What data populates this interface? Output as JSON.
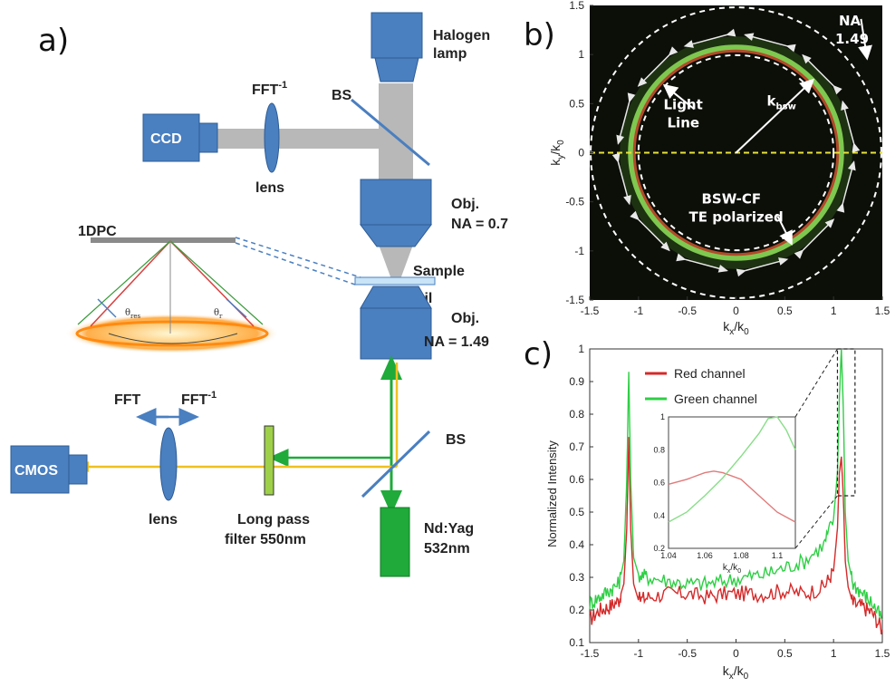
{
  "panels": {
    "a": "a)",
    "b": "b)",
    "c": "c)"
  },
  "setup": {
    "halogen": [
      "Halogen",
      "lamp"
    ],
    "bs_top": "BS",
    "fft_inv_top": "FFT",
    "fft_inv_top_sup": "-1",
    "ccd": "CCD",
    "lens_top": "lens",
    "obj1": [
      "Obj.",
      "NA = 0.7"
    ],
    "dpc": "1DPC",
    "sample": "Sample",
    "oil": "Oil",
    "obj2": [
      "Obj.",
      "NA = 1.49"
    ],
    "fft": "FFT",
    "fft_inv": "FFT",
    "fft_inv_sup": "-1",
    "bs_bottom": "BS",
    "cmos": "CMOS",
    "lens_bottom": "lens",
    "filter": [
      "Long pass",
      "filter 550nm"
    ],
    "laser": [
      "Nd:Yag",
      "532nm"
    ],
    "inset_theta_left": "θ",
    "inset_theta_left_sub": "res",
    "inset_theta_right": "θ",
    "inset_theta_right_sub": "r"
  },
  "image_b": {
    "na_label": [
      "NA",
      "1.49"
    ],
    "light_line": [
      "Light",
      "Line"
    ],
    "kbsw": "k",
    "kbsw_sub": "bsw",
    "bsw": [
      "BSW-CF",
      "TE polarized"
    ],
    "xlabel": "k",
    "xlabel_sub": "x",
    "xlabel_tail": "/k",
    "xlabel_tail_sub": "0",
    "ylabel": "k",
    "ylabel_sub": "y",
    "ylabel_tail": "/k",
    "ylabel_tail_sub": "0",
    "xticks": [
      "-1.5",
      "-1",
      "-0.5",
      "0",
      "0.5",
      "1",
      "1.5"
    ],
    "yticks": [
      "1.5",
      "1",
      "0.5",
      "0",
      "-0.5",
      "-1",
      "-1.5"
    ],
    "colors": {
      "bg": "#0c0f08",
      "ring_outer": "#7ec850",
      "ring_red": "#b24a2a",
      "dashed": "#ffffff",
      "axis_line": "#e8e23a"
    }
  },
  "chart_data": {
    "type": "line",
    "title": "",
    "xlabel": "k",
    "xlabel_sub": "x",
    "xlabel_tail": "/k",
    "xlabel_tail_sub": "0",
    "ylabel": "Normalized Intensity",
    "xlim": [
      -1.5,
      1.5
    ],
    "ylim": [
      0.1,
      1.0
    ],
    "xticks": [
      "-1.5",
      "-1",
      "-0.5",
      "0",
      "0.5",
      "1",
      "1.5"
    ],
    "yticks": [
      "0.1",
      "0.2",
      "0.3",
      "0.4",
      "0.5",
      "0.6",
      "0.7",
      "0.8",
      "0.9",
      "1"
    ],
    "legend_position": "top-left",
    "series": [
      {
        "name": "Red channel",
        "color": "#d42a2a",
        "x": [
          -1.5,
          -1.4,
          -1.3,
          -1.2,
          -1.15,
          -1.12,
          -1.1,
          -1.08,
          -1.05,
          -1.0,
          -0.9,
          -0.7,
          -0.5,
          -0.3,
          -0.1,
          0.1,
          0.3,
          0.5,
          0.7,
          0.9,
          1.0,
          1.04,
          1.06,
          1.08,
          1.1,
          1.12,
          1.15,
          1.2,
          1.3,
          1.4,
          1.5
        ],
        "y": [
          0.17,
          0.2,
          0.21,
          0.23,
          0.28,
          0.45,
          0.73,
          0.45,
          0.28,
          0.23,
          0.24,
          0.25,
          0.25,
          0.24,
          0.25,
          0.25,
          0.25,
          0.26,
          0.25,
          0.27,
          0.32,
          0.45,
          0.62,
          0.67,
          0.55,
          0.35,
          0.27,
          0.22,
          0.21,
          0.19,
          0.14
        ]
      },
      {
        "name": "Green channel",
        "color": "#2fcf45",
        "x": [
          -1.5,
          -1.4,
          -1.3,
          -1.2,
          -1.15,
          -1.12,
          -1.1,
          -1.08,
          -1.05,
          -1.0,
          -0.9,
          -0.7,
          -0.5,
          -0.3,
          -0.1,
          0.1,
          0.3,
          0.5,
          0.7,
          0.9,
          1.0,
          1.04,
          1.06,
          1.08,
          1.1,
          1.12,
          1.15,
          1.2,
          1.3,
          1.4,
          1.5
        ],
        "y": [
          0.22,
          0.24,
          0.26,
          0.28,
          0.35,
          0.6,
          0.93,
          0.6,
          0.36,
          0.31,
          0.3,
          0.29,
          0.28,
          0.28,
          0.29,
          0.3,
          0.31,
          0.33,
          0.35,
          0.4,
          0.48,
          0.62,
          0.85,
          1.0,
          0.82,
          0.5,
          0.35,
          0.28,
          0.25,
          0.22,
          0.17
        ]
      }
    ],
    "inset": {
      "xlabel": "k",
      "xlabel_sub": "x",
      "xlabel_tail": "/k",
      "xlabel_tail_sub": "0",
      "xlim": [
        1.04,
        1.11
      ],
      "ylim": [
        0.2,
        1.0
      ],
      "xticks": [
        "1.04",
        "1.06",
        "1.08",
        "1.1"
      ],
      "yticks": [
        "0.2",
        "0.4",
        "0.6",
        "0.8",
        "1"
      ],
      "red": {
        "x": [
          1.04,
          1.05,
          1.06,
          1.065,
          1.07,
          1.08,
          1.09,
          1.1,
          1.11
        ],
        "y": [
          0.59,
          0.62,
          0.66,
          0.67,
          0.66,
          0.62,
          0.52,
          0.42,
          0.36
        ]
      },
      "green": {
        "x": [
          1.04,
          1.05,
          1.06,
          1.07,
          1.08,
          1.09,
          1.095,
          1.1,
          1.105,
          1.11
        ],
        "y": [
          0.36,
          0.42,
          0.52,
          0.63,
          0.76,
          0.9,
          0.99,
          1.0,
          0.92,
          0.8
        ]
      }
    }
  }
}
